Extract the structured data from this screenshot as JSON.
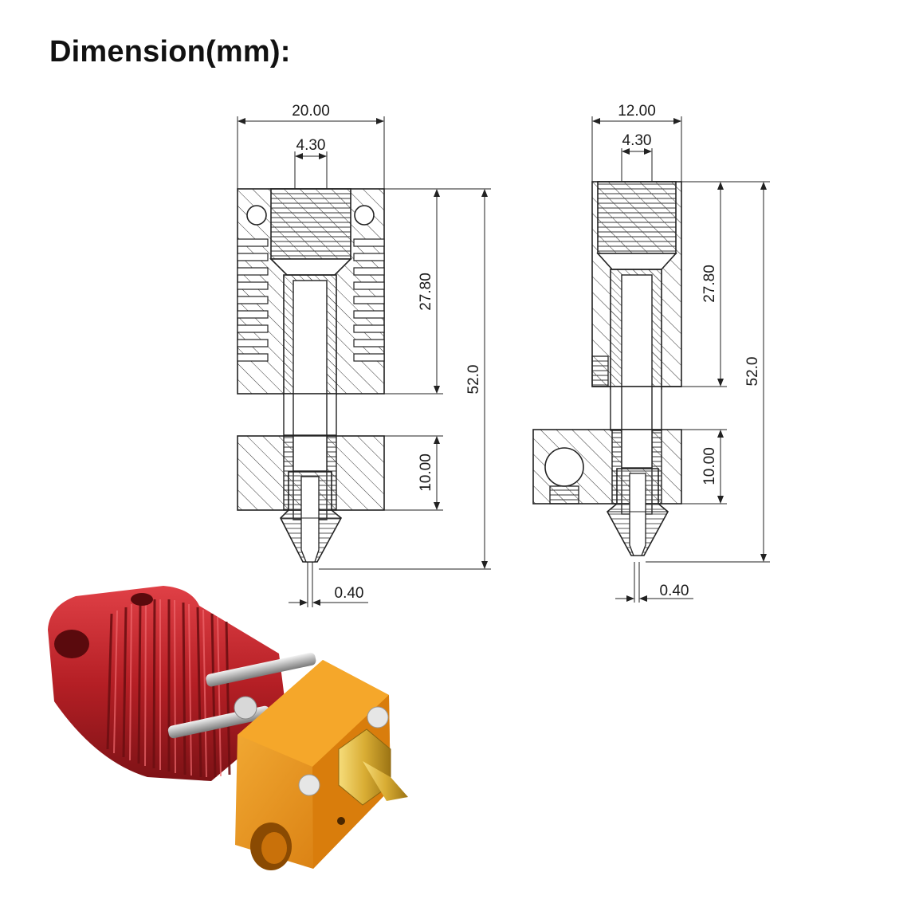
{
  "title": "Dimension(mm):",
  "front_view": {
    "width": "20.00",
    "bore": "4.30",
    "heatsink_height": "27.80",
    "total_height": "52.0",
    "block_height": "10.00",
    "nozzle": "0.40"
  },
  "side_view": {
    "width": "12.00",
    "bore": "4.30",
    "heatsink_height": "27.80",
    "total_height": "52.0",
    "block_height": "10.00",
    "nozzle": "0.40"
  },
  "colors": {
    "heatsink": "#c0262c",
    "heater_block": "#e38a14",
    "nozzle": "#d9b13a",
    "screw": "#c8c8c8"
  }
}
